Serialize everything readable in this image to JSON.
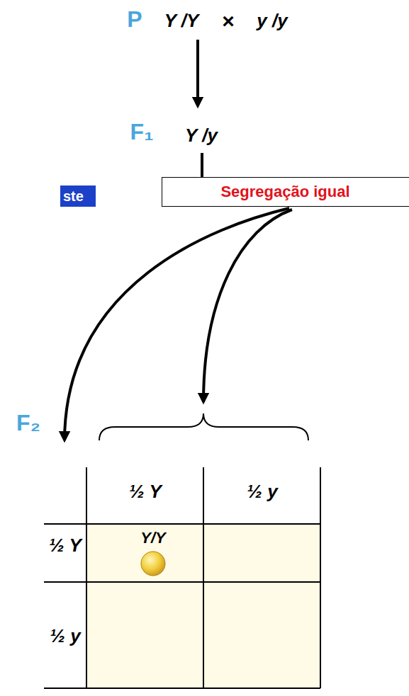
{
  "diagram": {
    "nodes": [
      {
        "text": [
          "ste"
        ]
      },
      {
        "text": [
          "Segregação igual"
        ]
      }
    ],
    "labels": [
      "P",
      "Y /Y",
      "×",
      "y /y",
      "F₁",
      "Y /y",
      "F₂",
      "½ Y",
      "½ y",
      "½ Y",
      "½ y",
      "Y/Y"
    ]
  }
}
